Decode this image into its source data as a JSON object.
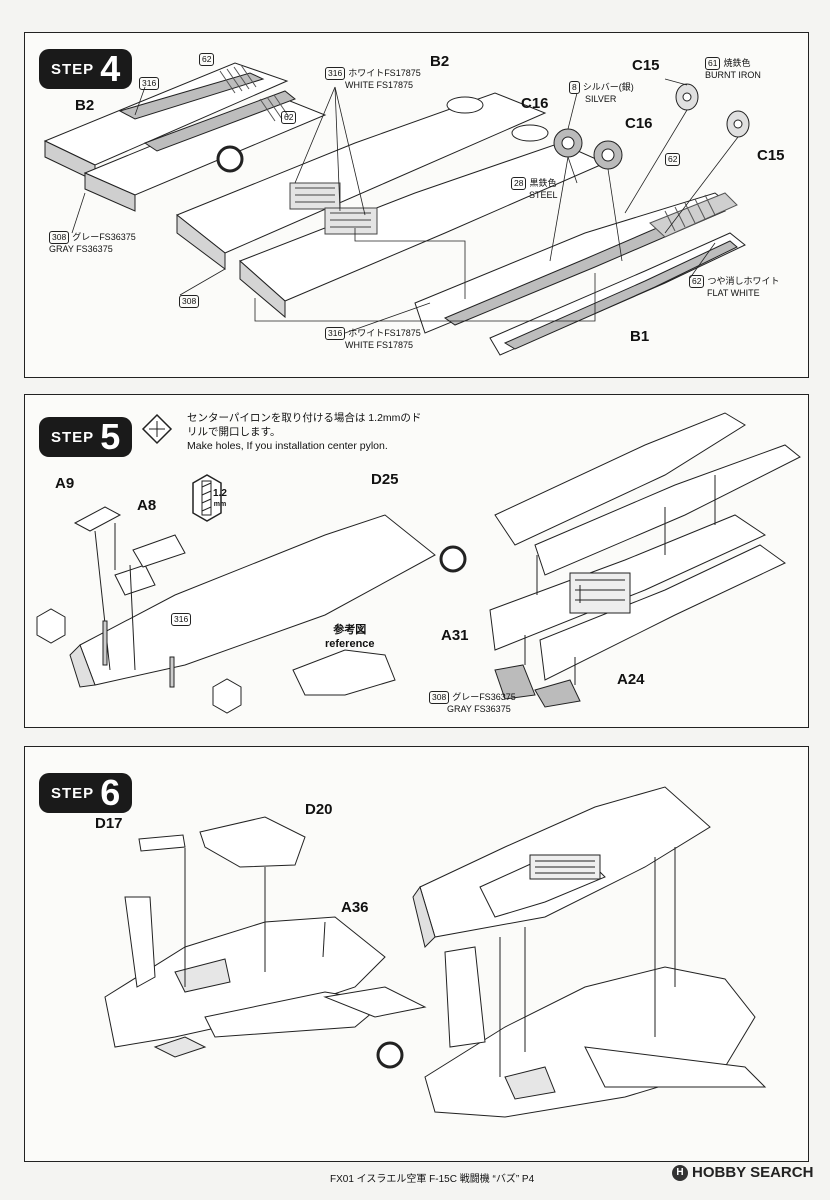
{
  "steps": [
    {
      "word": "STEP",
      "number": "4",
      "labels": {
        "b2_left": "B2",
        "b2_right": "B2",
        "b1": "B1",
        "c15_top": "C15",
        "c15_right": "C15",
        "c16_left": "C16",
        "c16_right": "C16"
      },
      "notes": {
        "n62_top": {
          "num": "62"
        },
        "n62_mid": {
          "num": "62"
        },
        "n62_right": {
          "num": "62"
        },
        "n316_left": {
          "num": "316"
        },
        "n316_white_top": {
          "num": "316",
          "line1": "ホワイトFS17875",
          "line2": "WHITE FS17875"
        },
        "n316_white_bottom": {
          "num": "316",
          "line1": "ホワイトFS17875",
          "line2": "WHITE FS17875"
        },
        "n308_gray": {
          "num": "308",
          "line1": "グレーFS36375",
          "line2": "GRAY FS36375"
        },
        "n308_mid": {
          "num": "308"
        },
        "n8_silver": {
          "num": "8",
          "line1": "シルバー(銀)",
          "line2": "SILVER"
        },
        "n28_steel": {
          "num": "28",
          "line1": "黒鉄色",
          "line2": "STEEL"
        },
        "n61_burnt": {
          "num": "61",
          "line1": "焼鉄色",
          "line2": "BURNT IRON"
        },
        "n62_flatwhite": {
          "num": "62",
          "line1": "つや消しホワイト",
          "line2": "FLAT WHITE"
        }
      }
    },
    {
      "word": "STEP",
      "number": "5",
      "instruction_jp_1": "センターパイロンを取り付ける場合は 1.2mmのド",
      "instruction_jp_2": "リルで開口します。",
      "instruction_en": "Make holes, If you installation center pylon.",
      "drill_size": "1.2",
      "drill_unit": "mm",
      "labels": {
        "a9": "A9",
        "a8": "A8",
        "d25": "D25",
        "a31": "A31",
        "a24": "A24"
      },
      "reference_jp": "参考図",
      "reference_en": "reference",
      "notes": {
        "n316": {
          "num": "316"
        },
        "n308_gray": {
          "num": "308",
          "line1": "グレーFS36375",
          "line2": "GRAY FS36375"
        }
      }
    },
    {
      "word": "STEP",
      "number": "6",
      "labels": {
        "d17": "D17",
        "d20": "D20",
        "a36": "A36"
      }
    }
  ],
  "footer": "FX01 イスラエル空軍 F-15C 戦闘機 “バズ” P4",
  "watermark": {
    "logo": "H",
    "text": "HOBBY SEARCH"
  }
}
